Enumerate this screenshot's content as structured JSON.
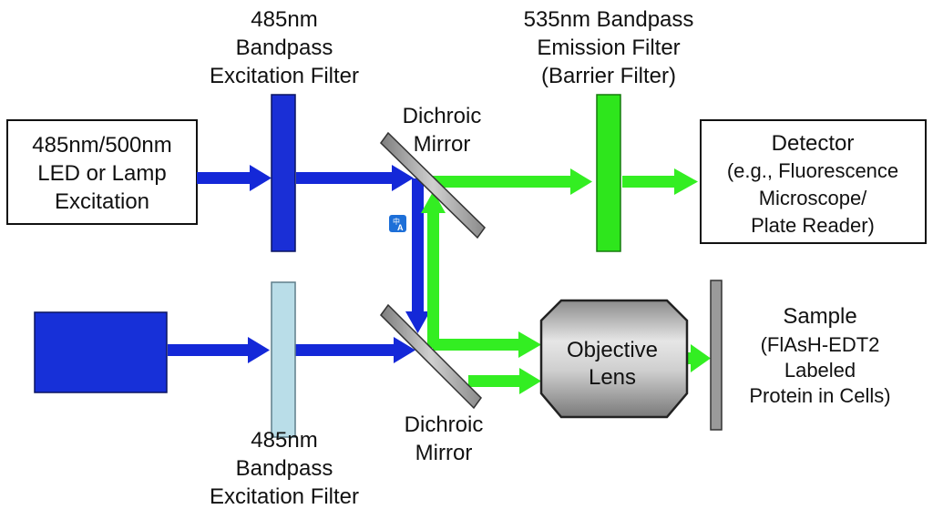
{
  "labels": {
    "source_box": [
      "485nm/500nm",
      "LED or Lamp",
      "Excitation"
    ],
    "top_excitation_filter": [
      "485nm",
      "Bandpass",
      "Excitation Filter"
    ],
    "bottom_excitation_filter": [
      "485nm",
      "Bandpass",
      "Excitation Filter"
    ],
    "emission_filter": [
      "535nm Bandpass",
      "Emission Filter",
      "(Barrier Filter)"
    ],
    "top_dichroic": [
      "Dichroic",
      "Mirror"
    ],
    "bottom_dichroic": [
      "Dichroic",
      "Mirror"
    ],
    "detector": [
      "Detector",
      "(e.g., Fluorescence",
      "Microscope/",
      "Plate Reader)"
    ],
    "objective": [
      "Objective",
      "Lens"
    ],
    "sample": [
      "Sample",
      "(FlAsH-EDT2",
      "Labeled",
      "Protein in Cells)"
    ]
  },
  "colors": {
    "excitation_beam": "#1428d8",
    "emission_beam": "#33ee22",
    "source_block": "#1730d8",
    "top_filter": "#1a2fd6",
    "bottom_filter": "#b9dde8",
    "emission_filter": "#2ee61c",
    "mirror": "#a9a9a9",
    "sample_slide": "#9a9a9a",
    "translate_badge": "#1d6fd8"
  },
  "icons": {
    "translate_badge": "translate-icon"
  }
}
